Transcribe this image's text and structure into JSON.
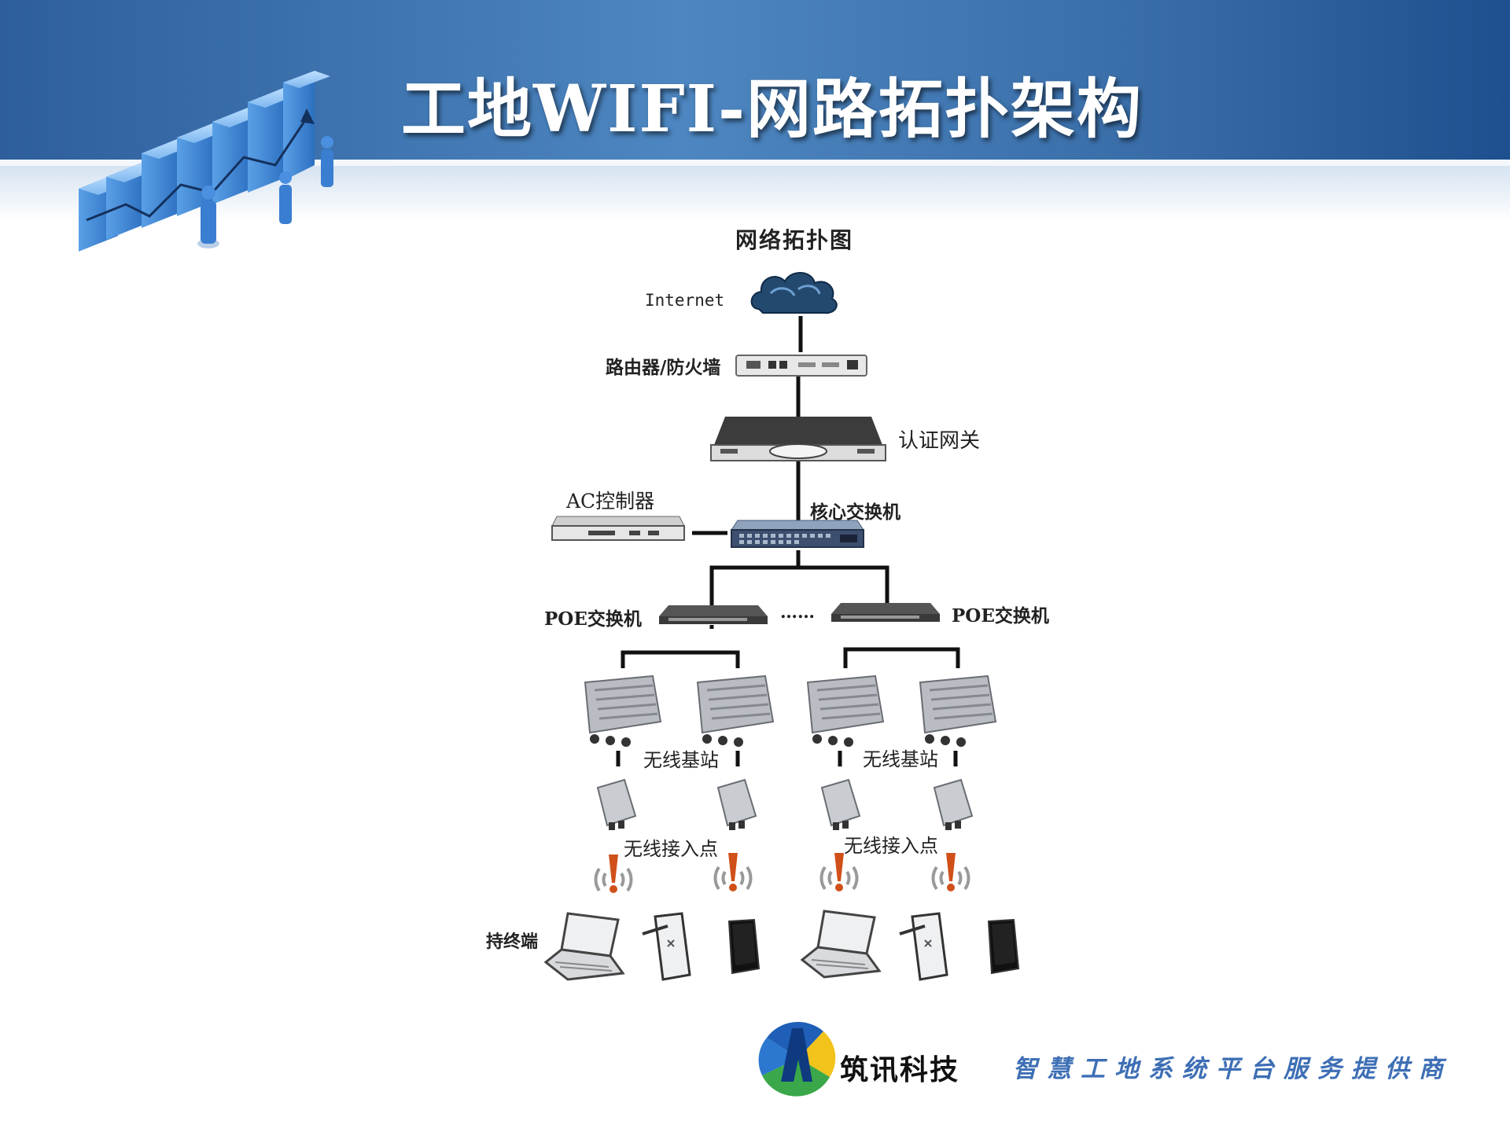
{
  "slide": {
    "title": "工地WIFI-网路拓扑架构"
  },
  "diagram": {
    "title": "网络拓扑图",
    "nodes": {
      "internet": "Internet",
      "router": "路由器/防火墙",
      "gateway": "认证网关",
      "ac": "AC控制器",
      "core": "核心交换机",
      "poe_left": "POE交换机",
      "poe_right": "POE交换机",
      "ellipsis": "……",
      "base_left": "无线基站",
      "base_right": "无线基站",
      "ap_left": "无线接入点",
      "ap_right": "无线接入点",
      "terminal": "持终端"
    }
  },
  "footer": {
    "company": "筑讯科技",
    "tagline": "智慧工地系统平台服务提供商"
  },
  "colors": {
    "header": "#2e5f9c",
    "accent": "#3e6fb5"
  },
  "icons": [
    "growth-chart-icon",
    "cloud-icon",
    "router-icon",
    "gateway-icon",
    "controller-icon",
    "switch-icon",
    "base-station-icon",
    "access-point-icon",
    "signal-icon",
    "laptop-icon",
    "tablet-icon",
    "phone-icon",
    "company-logo-icon"
  ]
}
